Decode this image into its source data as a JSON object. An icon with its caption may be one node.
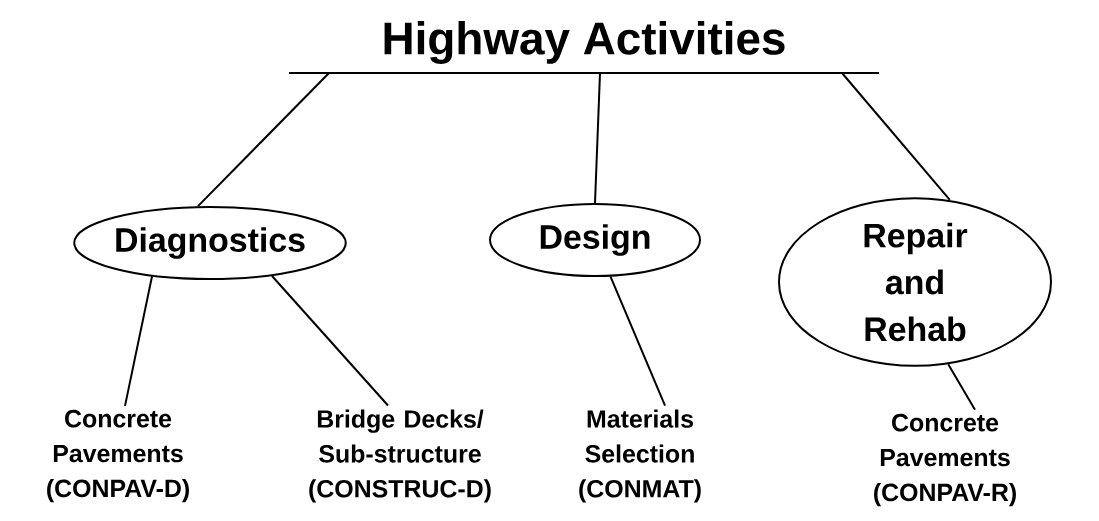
{
  "diagram": {
    "nodes": [
      {
        "text": [
          "Highway Activities"
        ]
      },
      {
        "text": [
          "Diagnostics"
        ]
      },
      {
        "text": [
          "Design"
        ]
      },
      {
        "text": [
          "Repair and Rehab"
        ]
      },
      {
        "text": [
          "Concrete Pavements (CONPAV-D)"
        ]
      },
      {
        "text": [
          "Bridge Decks/ Sub-structure (CONSTRUC-D)"
        ]
      },
      {
        "text": [
          "Materials Selection (CONMAT)"
        ]
      },
      {
        "text": [
          "Concrete Pavements (CONPAV-R)"
        ]
      }
    ],
    "edges": [
      {
        "from": 0,
        "to": 1,
        "arrow": "none"
      },
      {
        "from": 0,
        "to": 2,
        "arrow": "none"
      },
      {
        "from": 0,
        "to": 3,
        "arrow": "none"
      },
      {
        "from": 1,
        "to": 4,
        "arrow": "none"
      },
      {
        "from": 1,
        "to": 5,
        "arrow": "none"
      },
      {
        "from": 2,
        "to": 6,
        "arrow": "none"
      },
      {
        "from": 3,
        "to": 7,
        "arrow": "none"
      }
    ]
  }
}
